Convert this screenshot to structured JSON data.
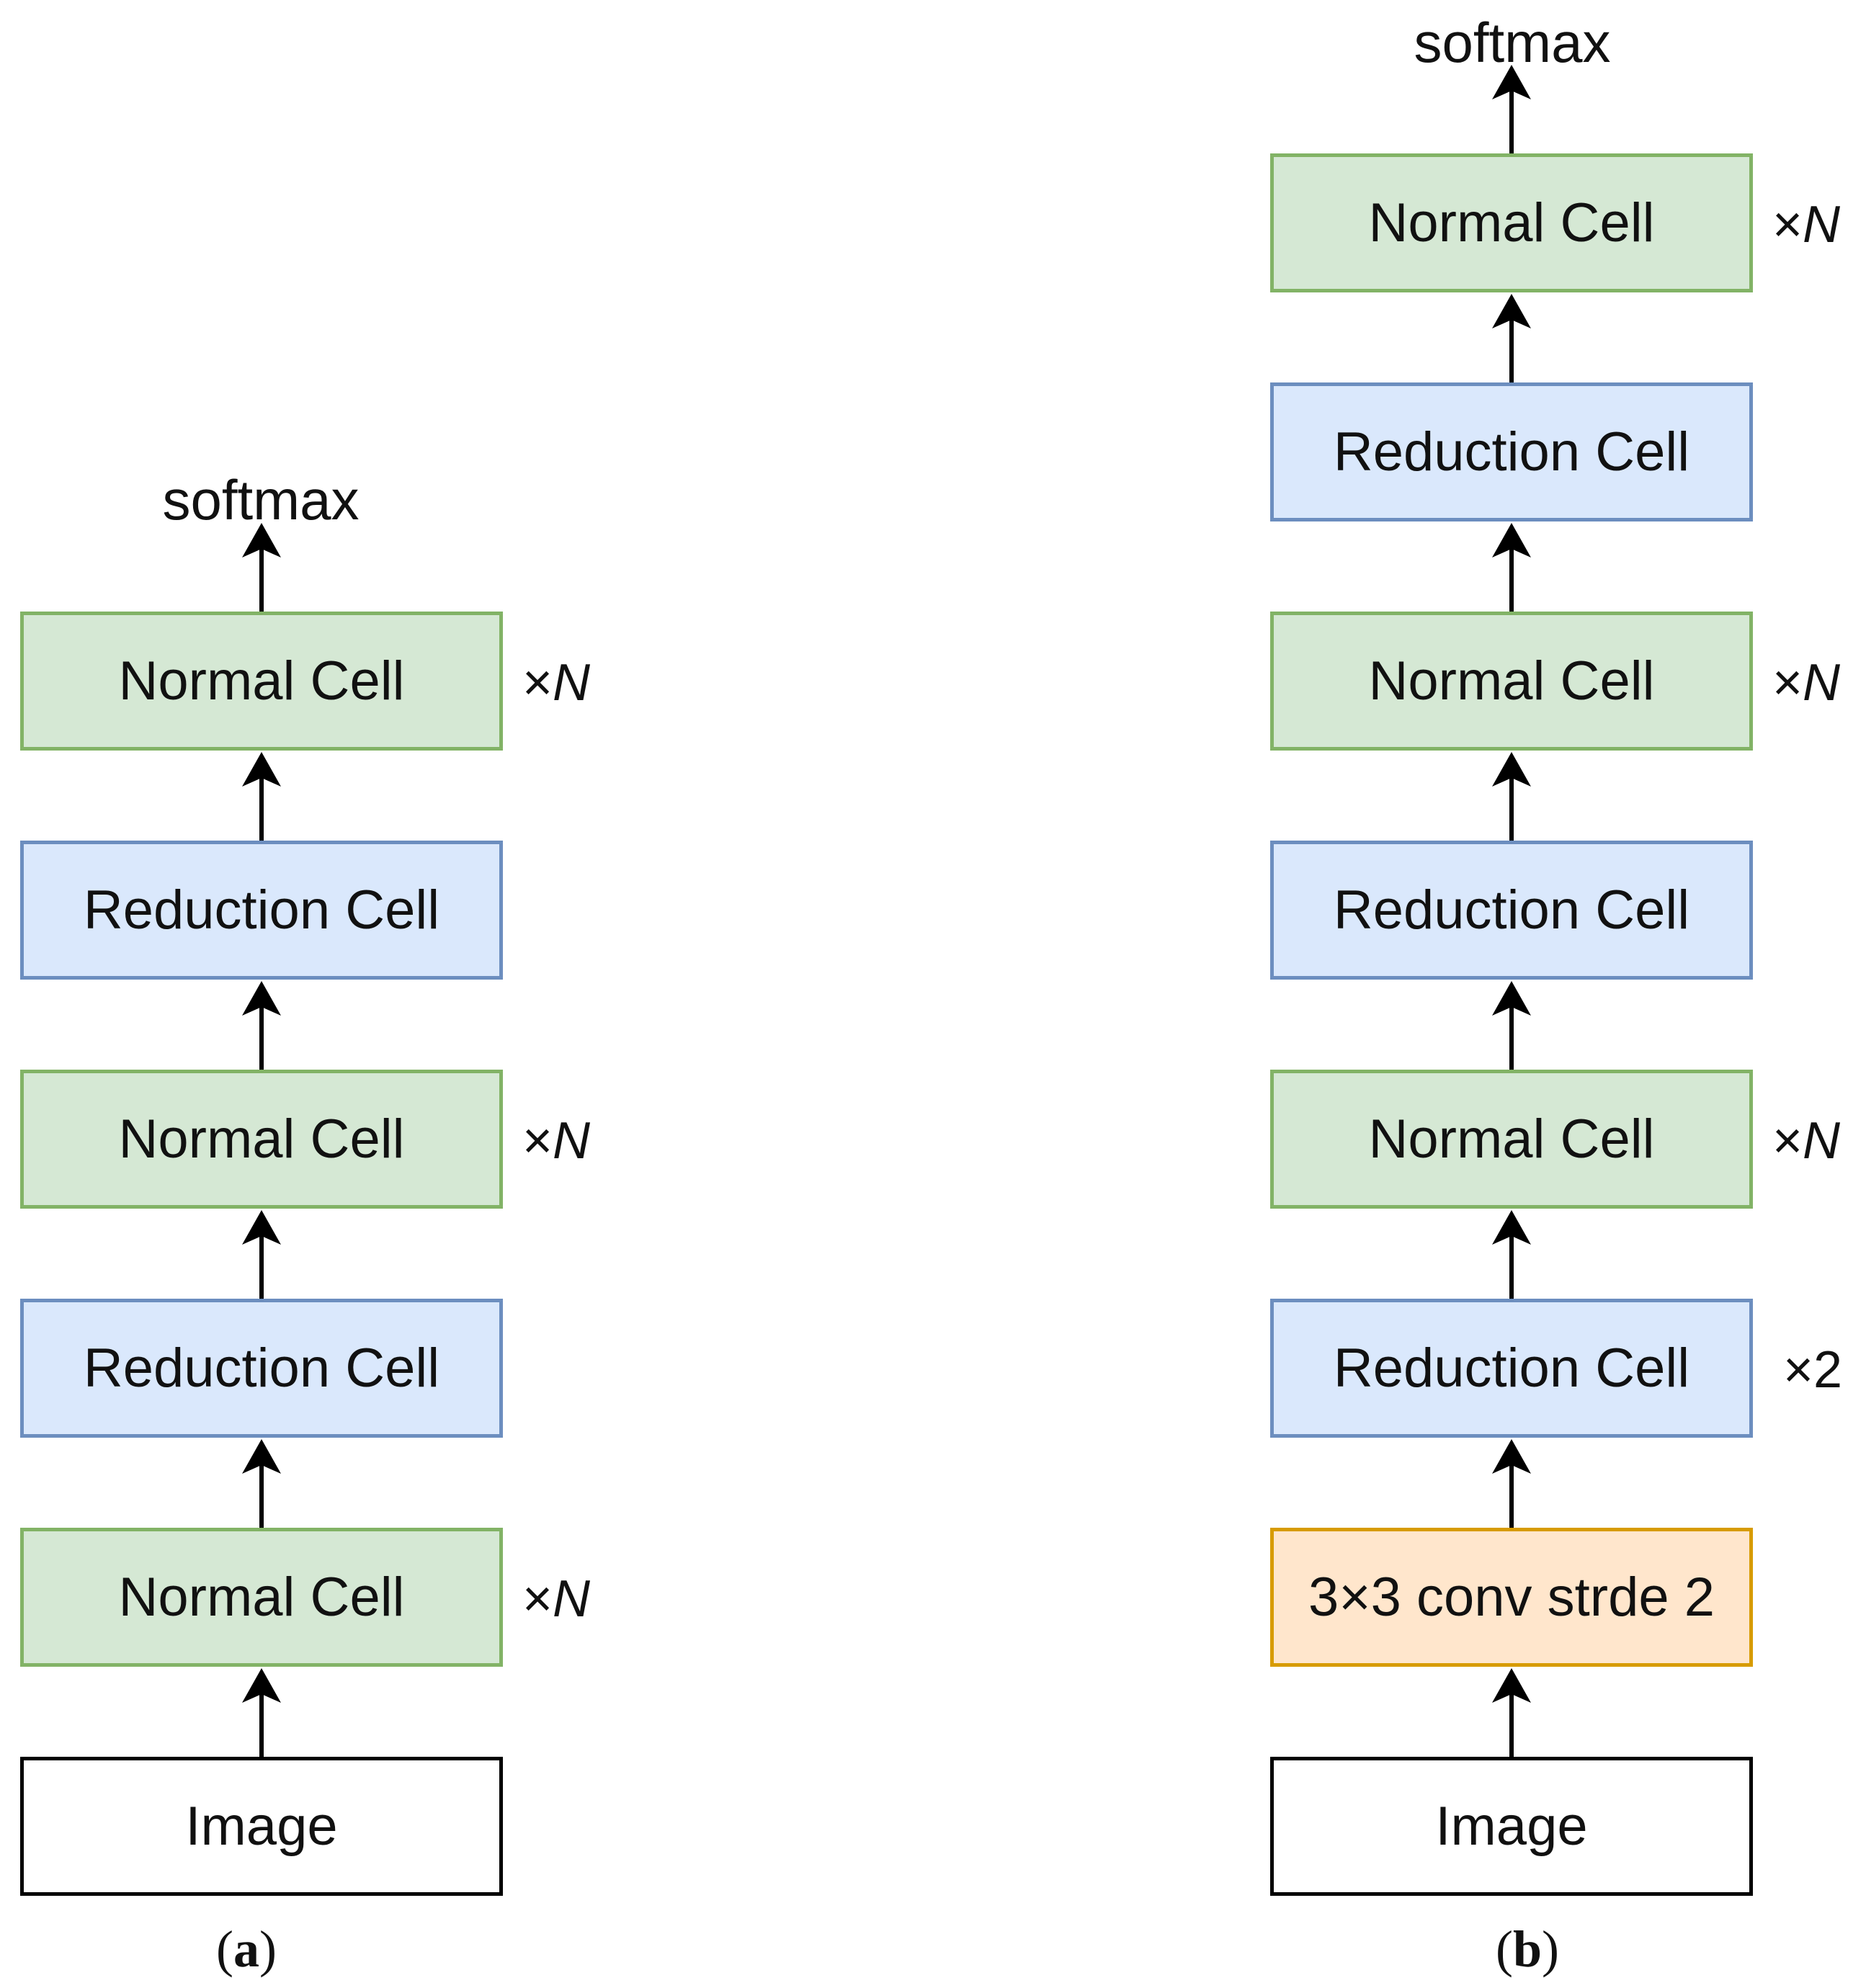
{
  "panel_a": {
    "output_label": "softmax",
    "blocks": [
      {
        "label": "Normal Cell",
        "type": "normal",
        "multiplier": "×",
        "multiplier_var": "N"
      },
      {
        "label": "Reduction Cell",
        "type": "reduction",
        "multiplier": "",
        "multiplier_var": ""
      },
      {
        "label": "Normal Cell",
        "type": "normal",
        "multiplier": "×",
        "multiplier_var": "N"
      },
      {
        "label": "Reduction Cell",
        "type": "reduction",
        "multiplier": "",
        "multiplier_var": ""
      },
      {
        "label": "Normal Cell",
        "type": "normal",
        "multiplier": "×",
        "multiplier_var": "N"
      },
      {
        "label": "Image",
        "type": "input",
        "multiplier": "",
        "multiplier_var": ""
      }
    ],
    "caption_open": "(",
    "caption_letter": "a",
    "caption_close": ")"
  },
  "panel_b": {
    "output_label": "softmax",
    "blocks": [
      {
        "label": "Normal Cell",
        "type": "normal",
        "multiplier": "×",
        "multiplier_var": "N"
      },
      {
        "label": "Reduction Cell",
        "type": "reduction",
        "multiplier": "",
        "multiplier_var": ""
      },
      {
        "label": "Normal Cell",
        "type": "normal",
        "multiplier": "×",
        "multiplier_var": "N"
      },
      {
        "label": "Reduction Cell",
        "type": "reduction",
        "multiplier": "",
        "multiplier_var": ""
      },
      {
        "label": "Normal Cell",
        "type": "normal",
        "multiplier": "×",
        "multiplier_var": "N"
      },
      {
        "label": "Reduction Cell",
        "type": "reduction",
        "multiplier": "×2",
        "multiplier_var": ""
      },
      {
        "label": "3×3 conv strde 2",
        "type": "conv",
        "multiplier": "",
        "multiplier_var": ""
      },
      {
        "label": "Image",
        "type": "input",
        "multiplier": "",
        "multiplier_var": ""
      }
    ],
    "caption_open": "(",
    "caption_letter": "b",
    "caption_close": ")"
  },
  "colors": {
    "normal_fill": "#d5e8d4",
    "normal_border": "#82b366",
    "reduction_fill": "#dae8fc",
    "reduction_border": "#6c8ebf",
    "conv_fill": "#ffe6cc",
    "conv_border": "#d79b00",
    "input_border": "#000000",
    "arrow": "#000000"
  }
}
